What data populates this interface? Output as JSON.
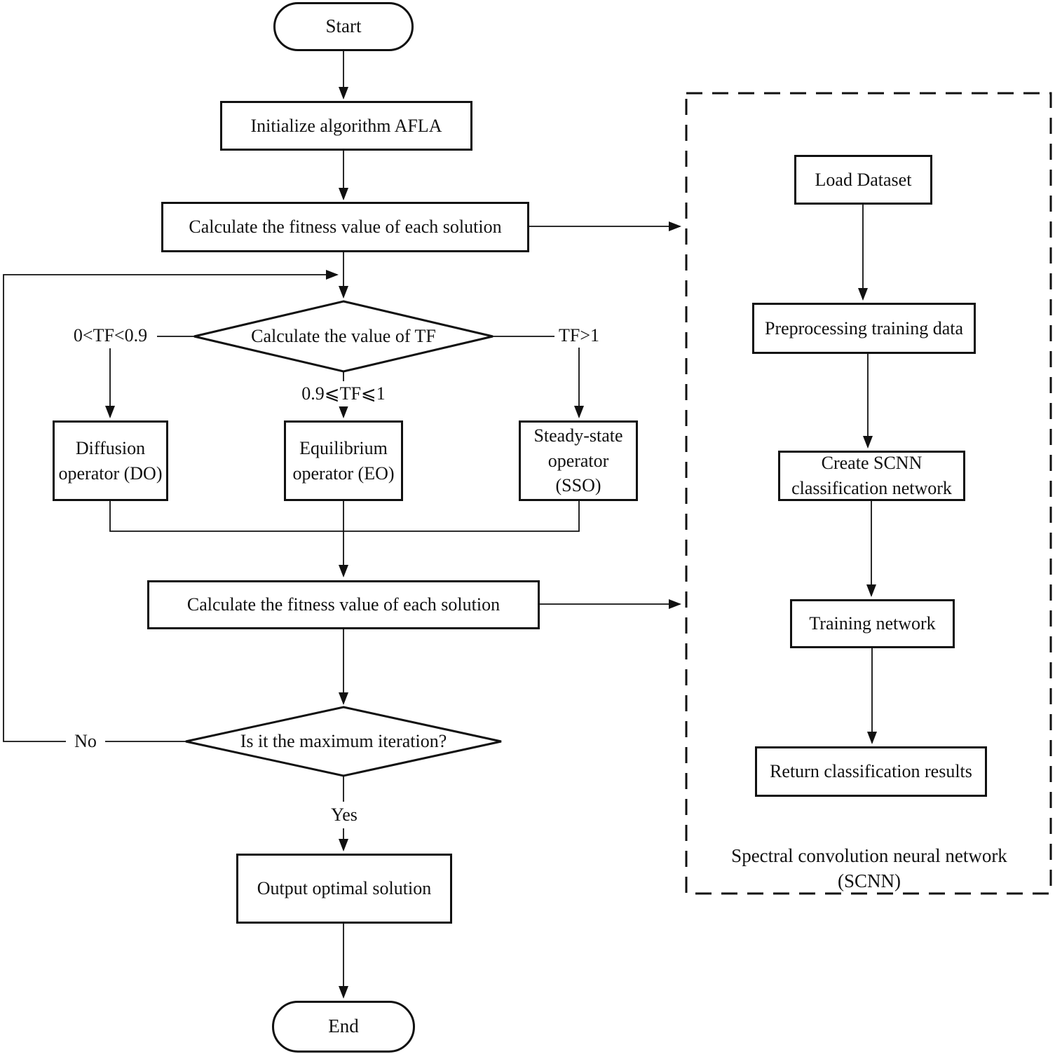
{
  "flow": {
    "start": "Start",
    "initialize": "Initialize algorithm AFLA",
    "fitness1": "Calculate the fitness value of each solution",
    "tf_decision": "Calculate the value of TF",
    "branch_left": "0<TF<0.9",
    "branch_middle": "0.9⩽TF⩽1",
    "branch_right": "TF>1",
    "diffusion": "Diffusion operator (DO)",
    "equilibrium": "Equilibrium operator (EO)",
    "steady_state": "Steady-state operator (SSO)",
    "fitness2": "Calculate the fitness value of each solution",
    "iteration_decision": "Is it the maximum iteration?",
    "no": "No",
    "yes": "Yes",
    "output": "Output optimal solution",
    "end": "End"
  },
  "scnn": {
    "load_dataset": "Load Dataset",
    "preprocessing": "Preprocessing training data",
    "create_network": "Create SCNN classification network",
    "training": "Training network",
    "return_results": "Return classification results",
    "caption": "Spectral convolution neural network",
    "caption_abbr": "(SCNN)"
  },
  "colors": {
    "ink": "#111111",
    "background": "#ffffff"
  }
}
